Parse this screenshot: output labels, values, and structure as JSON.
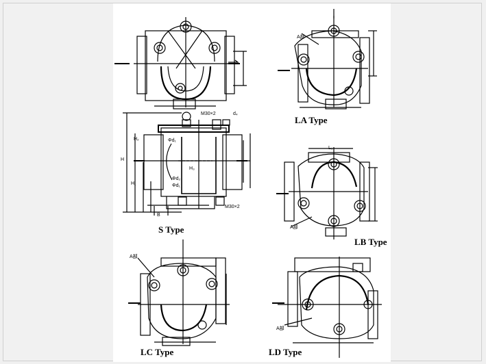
{
  "labels": {
    "s_type": "S Type",
    "la_type": "LA Type",
    "lb_type": "LB Type",
    "lc_type": "LC Type",
    "ld_type": "LD Type"
  },
  "annotations": {
    "m30_top": "M30×2",
    "m30_bottom": "M30×2",
    "a_part_la": "A部",
    "a_part_lb": "A部",
    "a_part_lc": "A部",
    "a_part_ld": "A部",
    "phi_d1": "Φd₁",
    "phi_d2": "Φd₂",
    "phi_d1b": "Φd₁",
    "h": "H",
    "h1": "H₁",
    "h2": "H₂",
    "h3": "H₃",
    "b": "B",
    "d4": "d₄",
    "l1": "L₁"
  },
  "colors": {
    "ink": "#000000",
    "paper": "#ffffff",
    "frame": "#f1f1f1"
  }
}
